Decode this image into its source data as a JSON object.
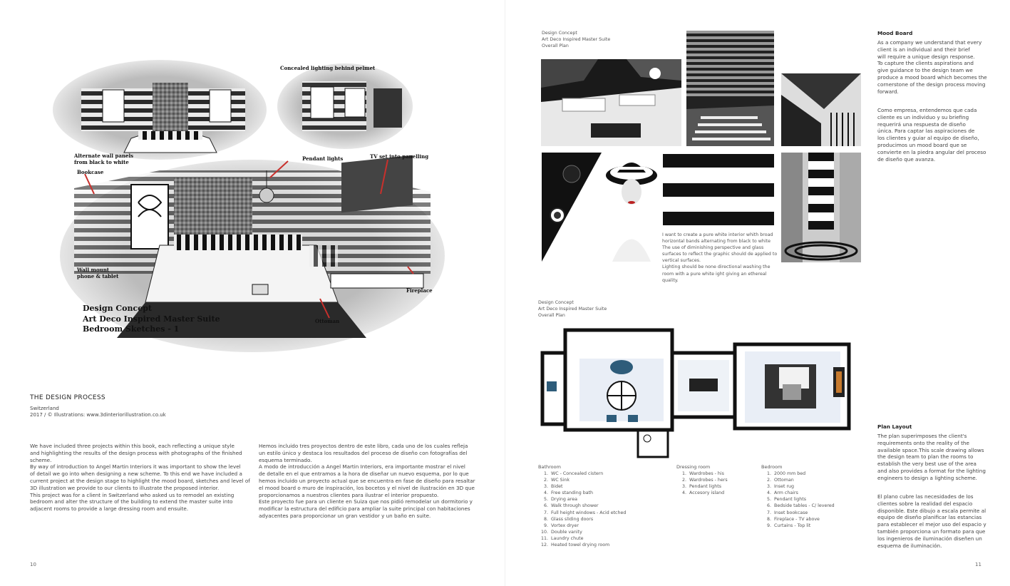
{
  "left_page": {
    "sketch_annotations": {
      "concealed_lighting": "Concealed lighting behind pelmet",
      "alternate_panels_1": "Alternate wall panels",
      "alternate_panels_2": "from black to white",
      "bookcase": "Bookcase",
      "pendant_lights": "Pendant lights",
      "tv_set": "TV set into panelling",
      "wall_mount_1": "Wall mount",
      "wall_mount_2": "phone & tablet",
      "fireplace": "Fireplace",
      "ottoman": "Ottoman"
    },
    "sketch_title": {
      "line1": "Design Concept",
      "line2": "Art Deco Inspired Master Suite",
      "line3": "Bedroom Sketches - 1"
    },
    "heading": "THE DESIGN PROCESS",
    "location": "Switzerland",
    "credit": "2017 / © Illustrations: www.3dinteriorillustration.co.uk",
    "english_text": [
      "We have included three projects within this book, each reflecting a unique style",
      "and highlighting the results of the design process with photographs of the finished",
      "scheme.",
      "By way of introduction to Angel Martin Interiors it was important to show the level",
      "of detail we go into when designing a new scheme. To this end we have included a",
      "current project at the design stage to highlight the mood board, sketches and level of",
      "3D illustration we provide to our clients to illustrate the proposed interior.",
      "This project was for a client in Switzerland who asked us to remodel an existing",
      "bedroom and alter the structure of the building to extend the master suite into",
      "adjacent rooms to provide a large dressing room and ensuite."
    ],
    "spanish_text": [
      "Hemos incluido tres proyectos dentro de este libro, cada uno de los cuales refleja",
      "un estilo único y destaca los resultados del proceso de diseño con fotografías del",
      "esquema terminado.",
      "A modo de introducción a Angel Martin Interiors, era importante mostrar el nivel",
      "de detalle en el que entramos a la hora de diseñar un nuevo esquema, por lo que",
      "hemos incluido un proyecto actual que se encuentra en fase de diseño para resaltar",
      "el mood board o muro de inspiración, los bocetos y el nivel de ilustración en 3D que",
      "proporcionamos a nuestros clientes para ilustrar el interior propuesto.",
      "Este proyecto fue para un cliente en Suiza que nos pidió remodelar un dormitorio y",
      "modificar la estructura del edificio para ampliar la suite principal con habitaciones",
      "adyacentes para proporcionar un gran vestidor y un baño en suite."
    ],
    "page_number": "10"
  },
  "right_page": {
    "mood_caption": [
      "Design Concept",
      "Art Deco Inspired Master Suite",
      "Overall Plan"
    ],
    "mood_board_title": "Mood Board",
    "mood_board_en": [
      "As a company we understand that every",
      "client is an individual and their brief",
      "will require a unique design response.",
      "To capture the clients aspirations and",
      "give guidance to the design team we",
      "produce a mood board which becomes the",
      "cornerstone of the design process moving",
      "forward."
    ],
    "mood_board_es": [
      "Como empresa, entendemos que cada",
      "cliente es un individuo y su briefing",
      "requerirá una respuesta de diseño",
      "única. Para captar las aspiraciones de",
      "los clientes y guiar al equipo de diseño,",
      "producimos un mood board que se",
      "convierte en la piedra angular del proceso",
      "de diseño que avanza."
    ],
    "stripe_caption": [
      "I want to create a pure white interior whith broad",
      "horizontal bands alternating from black to white",
      "The use of diminishing perspective and glass",
      "surfaces to reflect the graphic should de applied to",
      "vertical surfaces.",
      "Lighting should be none directional washing the",
      "room with a pure white ight giving an ethereal",
      "quality."
    ],
    "plan_caption": [
      "Design Concept",
      "Art Deco Inspired Master Suite",
      "Overall Plan"
    ],
    "plan_layout_title": "Plan Layout",
    "plan_layout_en": [
      "The plan superimposes the client's",
      "requirements onto the reality of the",
      "available space.This scale drawing allows",
      "the design team to plan the rooms to",
      "establish the very best use of the area",
      "and also provides a format for the lighting",
      "engineers to design a lighting scheme."
    ],
    "plan_layout_es": [
      "El plano cubre las necesidades de los",
      "clientes sobre la realidad del espacio",
      "disponible. Este dibujo a escala permite al",
      "equipo de diseño planificar las estancias",
      "para establecer el mejor uso del espacio y",
      "también proporciona un formato para que",
      "los ingenieros de iluminación diseñen un",
      "esquema de iluminación."
    ],
    "bathroom": {
      "title": "Bathroom",
      "items": [
        {
          "n": "1.",
          "t": "WC - Concealed cistern"
        },
        {
          "n": "2.",
          "t": "WC Sink"
        },
        {
          "n": "3.",
          "t": "Bidet"
        },
        {
          "n": "4.",
          "t": "Free standing bath"
        },
        {
          "n": "5.",
          "t": "Drying area"
        },
        {
          "n": "6.",
          "t": "Walk through shower"
        },
        {
          "n": "7.",
          "t": "Full height windows - Acid etched"
        },
        {
          "n": "8.",
          "t": "Glass sliding doors"
        },
        {
          "n": "9.",
          "t": "Vortex dryer"
        },
        {
          "n": "10.",
          "t": "Double vanity"
        },
        {
          "n": "11.",
          "t": "Laundry chute"
        },
        {
          "n": "12.",
          "t": "Heated towel drying room"
        }
      ]
    },
    "dressing_room": {
      "title": "Dressing room",
      "items": [
        {
          "n": "1.",
          "t": "Wardrobes - his"
        },
        {
          "n": "2.",
          "t": "Wardrobes - hers"
        },
        {
          "n": "3.",
          "t": "Pendant lights"
        },
        {
          "n": "4.",
          "t": "Accesory island"
        }
      ]
    },
    "bedroom": {
      "title": "Bedroom",
      "items": [
        {
          "n": "1.",
          "t": "2000 mm bed"
        },
        {
          "n": "2.",
          "t": "Ottoman"
        },
        {
          "n": "3.",
          "t": "Inset rug"
        },
        {
          "n": "4.",
          "t": "Arm chairs"
        },
        {
          "n": "5.",
          "t": "Pendant lights"
        },
        {
          "n": "6.",
          "t": "Bedside tables - C/ levered"
        },
        {
          "n": "7.",
          "t": "Inset bookcase"
        },
        {
          "n": "8.",
          "t": "Fireplace - TV above"
        },
        {
          "n": "9.",
          "t": "Curtains - Top lit"
        }
      ]
    },
    "page_number": "11"
  }
}
